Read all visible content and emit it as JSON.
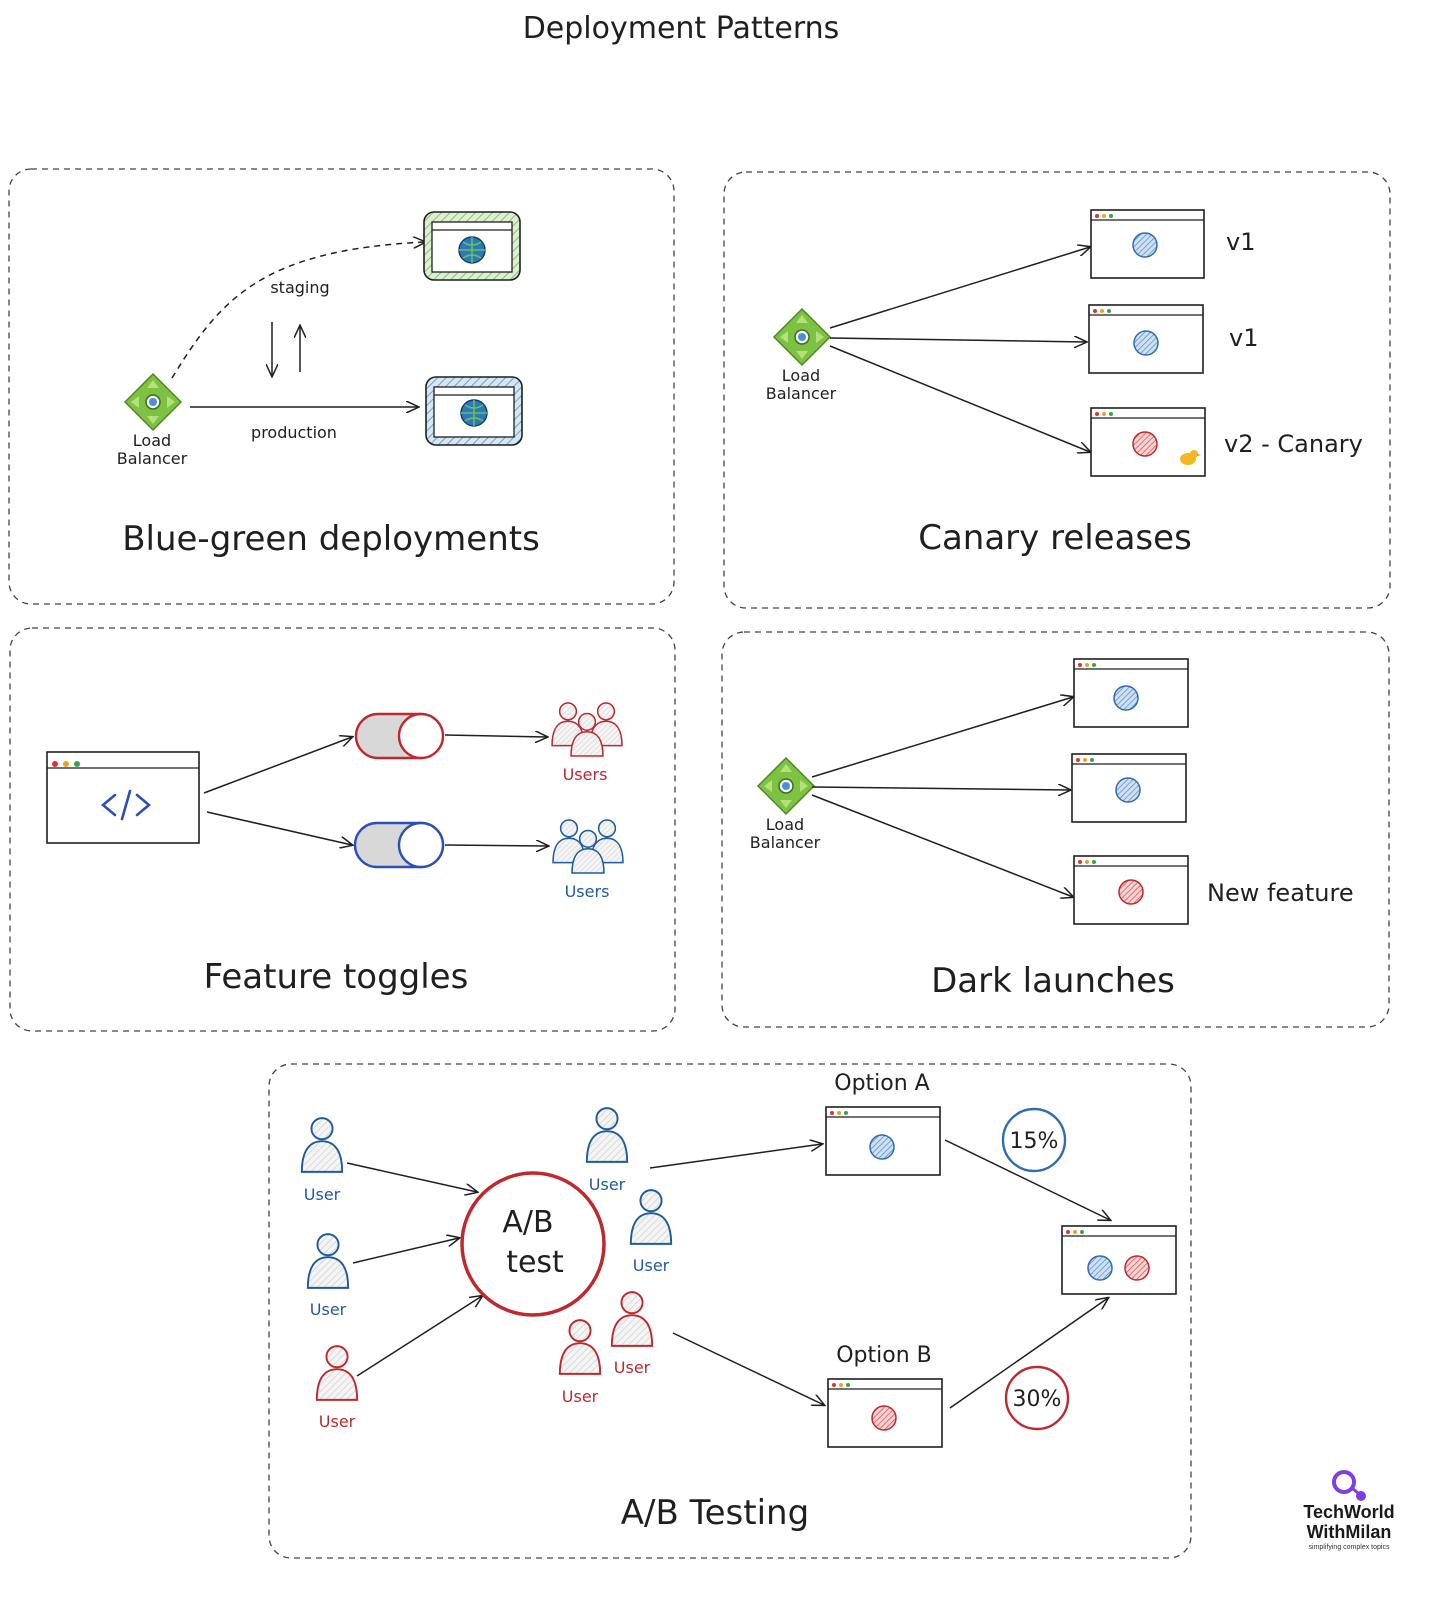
{
  "title": "Deployment Patterns",
  "blue_green": {
    "title": "Blue-green deployments",
    "lb_label_1": "Load",
    "lb_label_2": "Balancer",
    "staging": "staging",
    "production": "production"
  },
  "canary": {
    "title": "Canary releases",
    "lb_label_1": "Load",
    "lb_label_2": "Balancer",
    "versions": [
      "v1",
      "v1",
      "v2 - Canary"
    ]
  },
  "feature_toggles": {
    "title": "Feature toggles",
    "users_top": "Users",
    "users_bottom": "Users"
  },
  "dark_launches": {
    "title": "Dark launches",
    "lb_label_1": "Load",
    "lb_label_2": "Balancer",
    "new_feature": "New feature"
  },
  "ab_testing": {
    "title": "A/B Testing",
    "ab_test_1": "A/B",
    "ab_test_2": "test",
    "option_a": "Option A",
    "option_b": "Option B",
    "pct_a": "15%",
    "pct_b": "30%",
    "user_label": "User"
  },
  "logo": {
    "line1": "TechWorld",
    "line2": "WithMilan",
    "tagline": "simplifying complex topics"
  },
  "colors": {
    "blue": "#1f5a9e",
    "red": "#c0282d",
    "green": "#7dc242",
    "purple": "#7b3fe4"
  }
}
